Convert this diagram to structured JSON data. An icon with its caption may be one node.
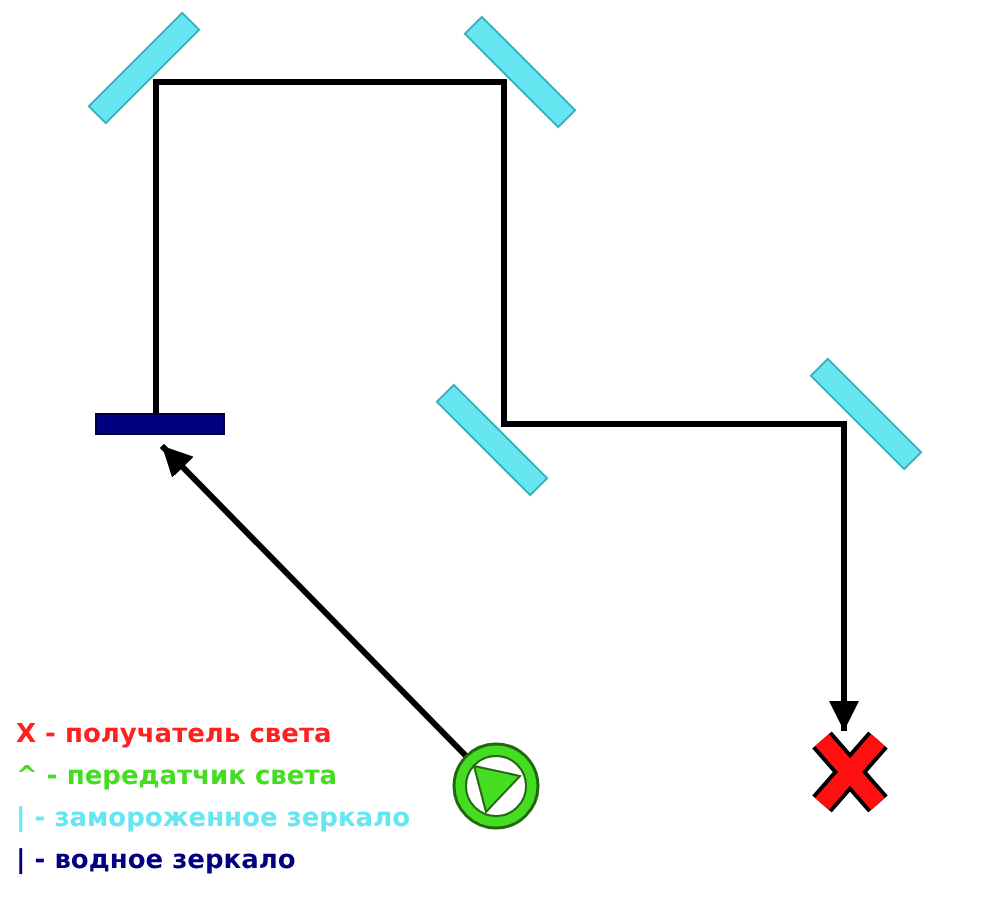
{
  "diagram": {
    "nodes": [
      {
        "text": [],
        "shape": "bar"
      },
      {
        "text": [],
        "shape": "bar"
      },
      {
        "text": [],
        "shape": "bar"
      },
      {
        "text": [],
        "shape": "bar"
      },
      {
        "text": [],
        "shape": "bar"
      },
      {
        "text": [],
        "shape": "cross"
      },
      {
        "text": [],
        "shape": "circle"
      }
    ],
    "edges": [
      {
        "from": 6,
        "to": 2,
        "arrow": "to"
      },
      {
        "from": 2,
        "to": 0,
        "arrow": "none"
      },
      {
        "from": 0,
        "to": 1,
        "arrow": "none"
      },
      {
        "from": 1,
        "to": 3,
        "arrow": "none"
      },
      {
        "from": 3,
        "to": 4,
        "arrow": "none"
      },
      {
        "from": 4,
        "to": 5,
        "arrow": "to"
      }
    ],
    "legend": [
      {
        "text": "X - получатель света",
        "color": "#ff2020"
      },
      {
        "text": "^ - передатчик света",
        "color": "#44dd22"
      },
      {
        "text": "| - замороженное зеркало",
        "color": "#66e6f0"
      },
      {
        "text": "| - водное зеркало",
        "color": "#000080"
      }
    ]
  }
}
